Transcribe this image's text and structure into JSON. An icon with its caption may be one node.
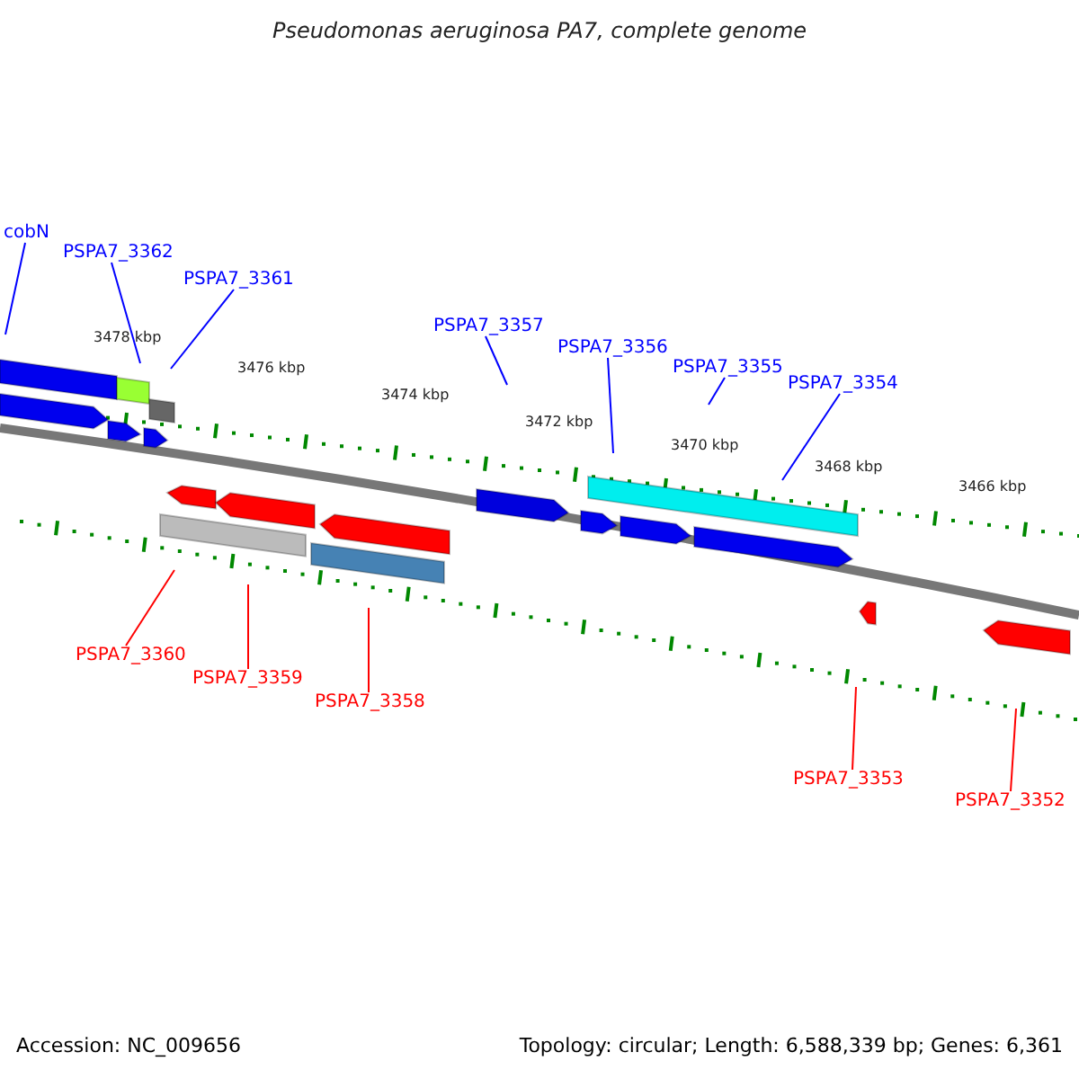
{
  "diagram": {
    "title": "Pseudomonas aeruginosa PA7, complete genome",
    "nodes": [
      {
        "text": [
          "cobN"
        ]
      },
      {
        "text": [
          "PSPA7_3362"
        ]
      },
      {
        "text": [
          "PSPA7_3361"
        ]
      },
      {
        "text": [
          "PSPA7_3357"
        ]
      },
      {
        "text": [
          "PSPA7_3356"
        ]
      },
      {
        "text": [
          "PSPA7_3355"
        ]
      },
      {
        "text": [
          "PSPA7_3354"
        ]
      },
      {
        "text": [
          "PSPA7_3360"
        ]
      },
      {
        "text": [
          "PSPA7_3359"
        ]
      },
      {
        "text": [
          "PSPA7_3358"
        ]
      },
      {
        "text": [
          "PSPA7_3353"
        ]
      },
      {
        "text": [
          "PSPA7_3352"
        ]
      }
    ],
    "edges": [
      {
        "from": 0,
        "to": null,
        "arrow": "none"
      },
      {
        "from": 1,
        "to": null,
        "arrow": "none"
      },
      {
        "from": 2,
        "to": null,
        "arrow": "none"
      },
      {
        "from": 3,
        "to": null,
        "arrow": "none"
      },
      {
        "from": 4,
        "to": null,
        "arrow": "none"
      },
      {
        "from": 5,
        "to": null,
        "arrow": "none"
      },
      {
        "from": 6,
        "to": null,
        "arrow": "none"
      },
      {
        "from": 7,
        "to": null,
        "arrow": "none",
        "color": "#ff0000"
      },
      {
        "from": 8,
        "to": null,
        "arrow": "none",
        "color": "#ff0000"
      },
      {
        "from": 9,
        "to": null,
        "arrow": "none",
        "color": "#ff0000"
      },
      {
        "from": 10,
        "to": null,
        "arrow": "none",
        "color": "#ff0000"
      },
      {
        "from": 11,
        "to": null,
        "arrow": "none",
        "color": "#ff0000"
      }
    ],
    "labels": [
      "3478 kbp",
      "3476 kbp",
      "3474 kbp",
      "3472 kbp",
      "3470 kbp",
      "3468 kbp",
      "3466 kbp",
      "Accession: NC_009656",
      "Topology: circular; Length: 6,588,339 bp; Genes: 6,361"
    ]
  }
}
